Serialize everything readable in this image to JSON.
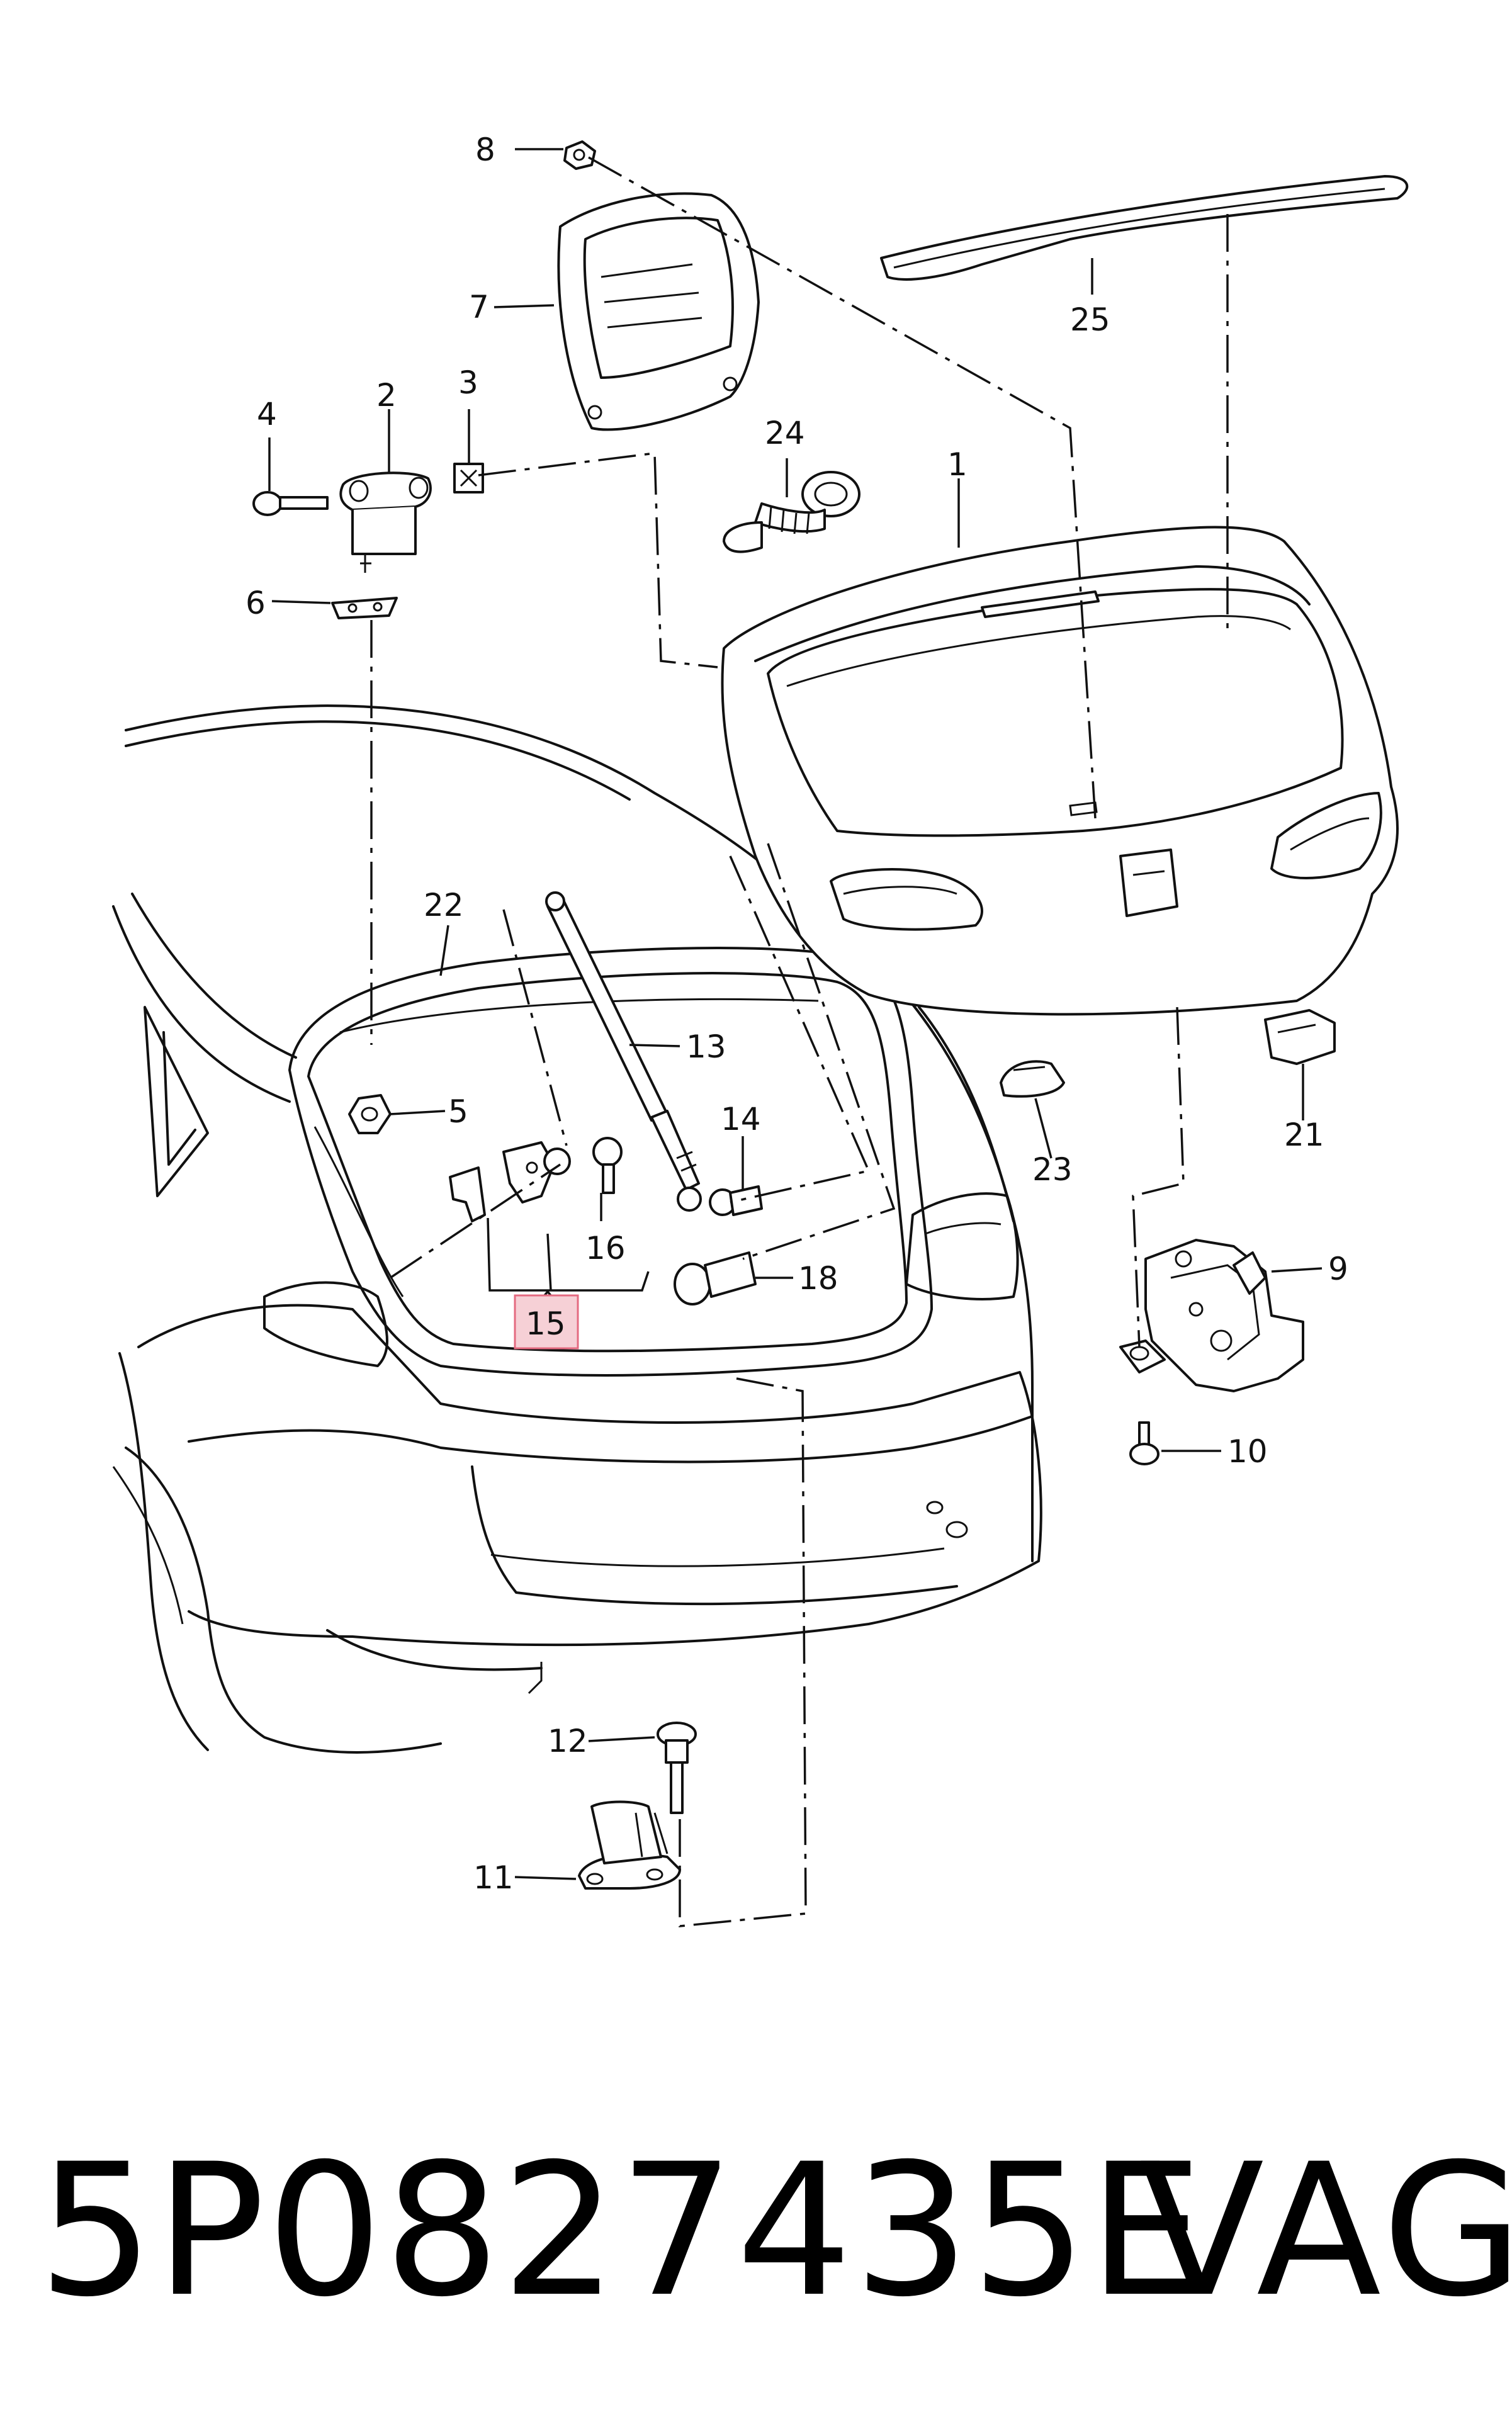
{
  "callouts": {
    "c1": "1",
    "c2": "2",
    "c3": "3",
    "c4": "4",
    "c5": "5",
    "c6": "6",
    "c7": "7",
    "c8": "8",
    "c9": "9",
    "c10": "10",
    "c11": "11",
    "c12": "12",
    "c13": "13",
    "c14": "14",
    "c15": "15",
    "c16": "16",
    "c18": "18",
    "c21": "21",
    "c22": "22",
    "c23": "23",
    "c24": "24",
    "c25": "25"
  },
  "highlighted_callout": "15",
  "highlight_color": "#f6d0d6",
  "footer": {
    "part_number": "5P0827435E",
    "brand": "VAG"
  }
}
